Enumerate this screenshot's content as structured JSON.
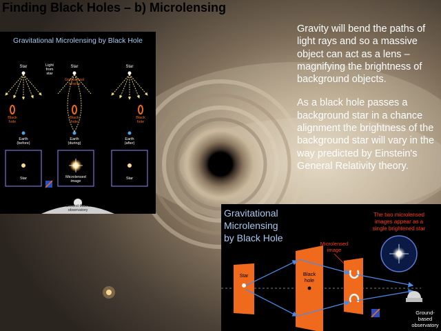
{
  "slide": {
    "title": "Finding Black Holes – b) Microlensing",
    "paragraphs": [
      "Gravity will bend the paths of light rays and so a massive object can act as a lens – magnifying the brightness of background objects.",
      "As a black hole passes a background star in a chance alignment the brightness of the background star will vary in the way predicted by Einstein's General Relativity theory."
    ]
  },
  "figure1": {
    "title": "Gravitational Microlensing by Black Hole",
    "star_labels": [
      "Star",
      "Star",
      "Star"
    ],
    "light_label": [
      "Light",
      "from",
      "star"
    ],
    "lensing_label": [
      "Gravitational",
      "lensing"
    ],
    "black_hole_labels": [
      [
        "Black",
        "hole"
      ],
      [
        "Black",
        "hole"
      ],
      [
        "Black",
        "hole"
      ]
    ],
    "earth_labels": [
      [
        "Earth",
        "(before)"
      ],
      [
        "Earth",
        "(during)"
      ],
      [
        "Earth",
        "(after)"
      ]
    ],
    "panel_labels": [
      "Star",
      "Microlensed",
      "image",
      "Star"
    ],
    "observatory": [
      "Ground-based",
      "observatory"
    ]
  },
  "figure2": {
    "title": [
      "Gravitational",
      "Microlensing",
      "by Black Hole"
    ],
    "note": [
      "The two microlensed",
      "images appear as a",
      "single brightened star"
    ],
    "microlensed": [
      "Microlensed",
      "image"
    ],
    "star": "Star",
    "black_hole": [
      "Black",
      "hole"
    ],
    "observatory": [
      "Ground-",
      "based",
      "observatory"
    ]
  },
  "colors": {
    "orange": "#f06a1e",
    "figure_bg": "#000000",
    "title_blue": "#a9c9ee",
    "note_red": "#ff3a1a",
    "arrow_blue": "#4a8be6"
  }
}
